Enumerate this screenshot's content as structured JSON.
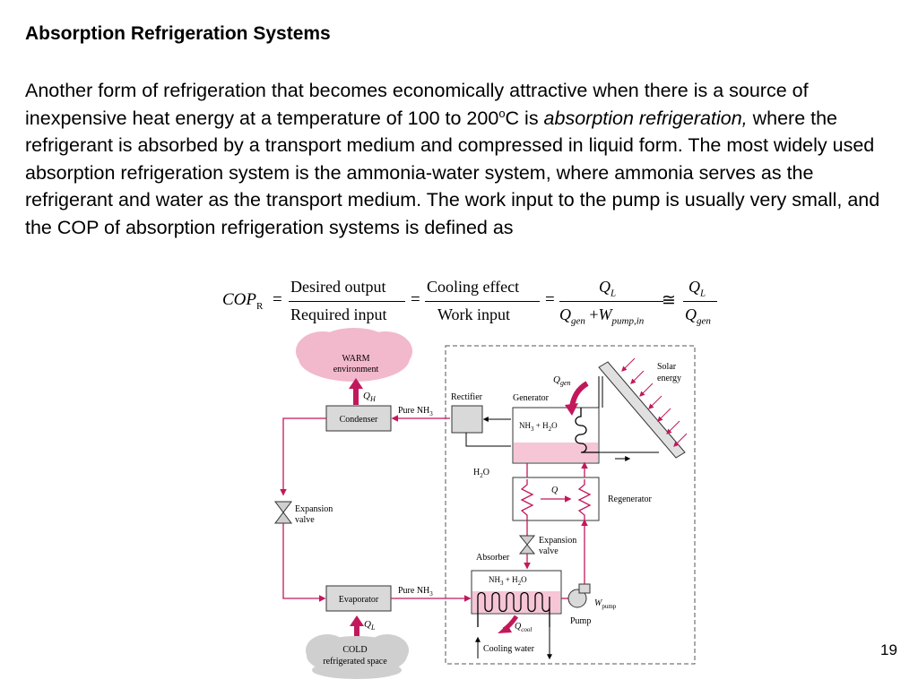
{
  "slide": {
    "title": "Absorption Refrigeration Systems",
    "para_part1": "Another form of refrigeration that becomes economically attractive when there is a source of inexpensive heat energy at a temperature of 100 to 200",
    "para_sup": "o",
    "para_part2": "C is ",
    "para_italic": "absorption refrigeration,",
    "para_part3": " where the refrigerant is absorbed by a transport medium and compressed in liquid form. The most widely used absorption refrigeration system is the ammonia-water system, where ammonia serves as the refrigerant and water as the transport medium. The work input to the pump is usually very small, and the COP of absorption refrigeration systems is defined as",
    "page_number": "19"
  },
  "equation": {
    "lhs": "COP",
    "lhs_sub": "R",
    "eq1": "=",
    "num1": "Desired output",
    "den1": "Required input",
    "eq2": "=",
    "num2": "Cooling effect",
    "den2": "Work input",
    "eq3": "=",
    "num3_sym": "Q",
    "num3_sub": "L",
    "den3_a": "Q",
    "den3_a_sub": "gen",
    "den3_plus": "+",
    "den3_b": "W",
    "den3_b_sub": "pump,in",
    "approx": "≅",
    "num4_sym": "Q",
    "num4_sub": "L",
    "den4_sym": "Q",
    "den4_sub": "gen"
  },
  "diagram": {
    "warm_line1": "WARM",
    "warm_line2": "environment",
    "cold_line1": "COLD",
    "cold_line2": "refrigerated space",
    "qh": "Q",
    "qh_sub": "H",
    "ql": "Q",
    "ql_sub": "L",
    "condenser": "Condenser",
    "evaporator": "Evaporator",
    "pure_nh3_top": "Pure NH",
    "pure_nh3_top_sub": "3",
    "pure_nh3_bottom": "Pure NH",
    "pure_nh3_bottom_sub": "3",
    "rectifier": "Rectifier",
    "generator": "Generator",
    "qgen": "Q",
    "qgen_sub": "gen",
    "solar_line1": "Solar",
    "solar_line2": "energy",
    "gen_mix": "NH",
    "gen_mix_sub": "3",
    "gen_mix_rest": " + H",
    "gen_mix_sub2": "2",
    "gen_mix_end": "O",
    "h2o": "H",
    "h2o_sub": "2",
    "h2o_end": "O",
    "regenerator": "Regenerator",
    "q_regen": "Q",
    "exp_valve_left_1": "Expansion",
    "exp_valve_left_2": "valve",
    "exp_valve_right_1": "Expansion",
    "exp_valve_right_2": "valve",
    "absorber": "Absorber",
    "abs_mix": "NH",
    "abs_mix_sub": "3",
    "abs_mix_rest": " + H",
    "abs_mix_sub2": "2",
    "abs_mix_end": "O",
    "wpump": "W",
    "wpump_sub": "pump",
    "pump": "Pump",
    "qcool": "Q",
    "qcool_sub": "cool",
    "cooling_water": "Cooling water"
  },
  "colors": {
    "flow": "#c2185b",
    "component_fill": "#d9d9d9",
    "cloud_pink": "#f2b8cc",
    "cloud_gray": "#cfcfcf",
    "solution_pink": "#f6c5d6"
  }
}
